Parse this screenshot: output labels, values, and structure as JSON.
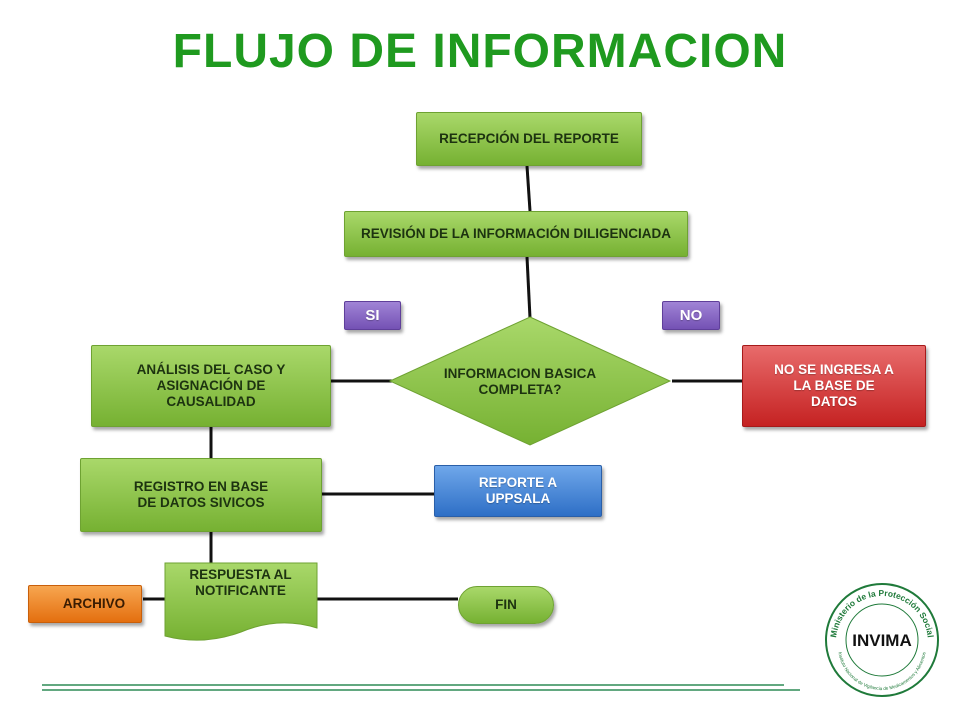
{
  "title": "FLUJO DE INFORMACION",
  "nodes": {
    "recepcion": "RECEPCIÓN DEL REPORTE",
    "revision": "REVISIÓN DE LA INFORMACIÓN DILIGENCIADA",
    "decision": "INFORMACION BASICA COMPLETA?",
    "si": "SI",
    "no": "NO",
    "analisis": "ANÁLISIS DEL CASO Y ASIGNACIÓN DE CAUSALIDAD",
    "no_ingresa": "NO SE INGRESA A LA BASE DE DATOS",
    "registro": "REGISTRO EN BASE DE DATOS SIVICOS",
    "reporte_uppsala": "REPORTE A UPPSALA",
    "respuesta": "RESPUESTA AL NOTIFICANTE",
    "archivo": "ARCHIVO",
    "fin": "FIN"
  },
  "logo": {
    "ring_text": "Ministerio de la Protección Social",
    "name": "INVIMA",
    "sub_text": "Instituto Nacional de Vigilancia de Medicamentos y Alimentos"
  },
  "colors": {
    "title": "#1f9a1f",
    "green": "#8cc34a",
    "red": "#d33a3a",
    "blue": "#4a8ad8",
    "purple": "#8a66c4",
    "orange": "#f08a2a"
  }
}
